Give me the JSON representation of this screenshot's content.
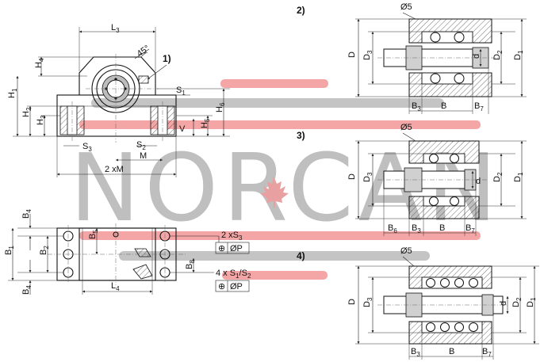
{
  "brand": {
    "watermark": "NORCAN",
    "bar_red": "#f4a6a6",
    "bar_gray": "#c4c4c4",
    "leaf_red": "#e8a0a0"
  },
  "views": {
    "pillow_front": {
      "L3": "L",
      "L3_sub": "3",
      "angle": "45°",
      "callout": "1)",
      "H1": "H",
      "H1_sub": "1",
      "H2": "H",
      "H2_sub": "2",
      "H3": "H",
      "H3_sub": "3",
      "H4": "H",
      "H4_sub": "4",
      "H5": "H",
      "H5_sub": "5",
      "H6": "H",
      "H6_sub": "6",
      "S1": "S",
      "S1_sub": "1",
      "S2": "S",
      "S2_sub": "2",
      "S3": "S",
      "S3_sub": "3",
      "V": "V",
      "M": "M",
      "twoM": "2 xM"
    },
    "pillow_top": {
      "B1": "B",
      "B1_sub": "1",
      "B2": "B",
      "B2_sub": "2",
      "B4a": "B",
      "B4a_sub": "4",
      "B4b": "B",
      "B4b_sub": "4",
      "B5": "B",
      "B5_sub": "5",
      "B8": "B",
      "B8_sub": "8",
      "L4": "L",
      "L4_sub": "4",
      "holes_s3": "2 xS",
      "holes_s3_sub": "3",
      "holes_s12": "4 x S",
      "holes_s12_sub": "1",
      "holes_s12_mid": "/S",
      "holes_s12_sub2": "2",
      "tol_pos": "⊕",
      "tol_dia": "ØP"
    },
    "bearing2": {
      "title": "2)",
      "phi": "Ø5",
      "D": "D",
      "D3": "D",
      "D3_sub": "3",
      "d": "d",
      "D2": "D",
      "D2_sub": "2",
      "D1": "D",
      "D1_sub": "1",
      "B3": "B",
      "B3_sub": "3",
      "B": "B",
      "B7": "B",
      "B7_sub": "7"
    },
    "bearing3": {
      "title": "3)",
      "phi": "Ø5",
      "D": "D",
      "D3": "D",
      "D3_sub": "3",
      "d": "d",
      "D2": "D",
      "D2_sub": "2",
      "D1": "D",
      "D1_sub": "1",
      "B6": "B",
      "B6_sub": "6",
      "B3": "B",
      "B3_sub": "3",
      "B": "B",
      "B7": "B",
      "B7_sub": "7"
    },
    "bearing4": {
      "title": "4)",
      "phi": "Ø5",
      "D": "D",
      "D3": "D",
      "D3_sub": "3",
      "d": "d",
      "D2": "D",
      "D2_sub": "2",
      "D1": "D",
      "D1_sub": "1",
      "B3": "B",
      "B3_sub": "3",
      "B": "B",
      "B7": "B",
      "B7_sub": "7"
    }
  }
}
